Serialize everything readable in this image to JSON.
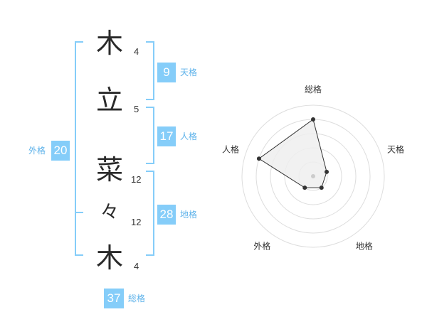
{
  "name": {
    "chars": [
      {
        "char": "木",
        "strokes": "4"
      },
      {
        "char": "立",
        "strokes": "5"
      },
      {
        "char": "菜",
        "strokes": "12"
      },
      {
        "char": "々",
        "strokes": "12"
      },
      {
        "char": "木",
        "strokes": "4"
      }
    ]
  },
  "fortune": {
    "tenkaku": {
      "value": "9",
      "label": "天格"
    },
    "jinkaku": {
      "value": "17",
      "label": "人格"
    },
    "chikaku": {
      "value": "28",
      "label": "地格"
    },
    "gaikaku": {
      "value": "20",
      "label": "外格"
    },
    "soukaku": {
      "value": "37",
      "label": "総格"
    }
  },
  "colors": {
    "accent": "#85cdf9",
    "accent_text": "#5db2ea",
    "text": "#333333"
  },
  "chart_data": {
    "type": "radar",
    "axes": [
      "総格",
      "天格",
      "地格",
      "外格",
      "人格"
    ],
    "values": [
      4,
      1,
      1,
      1,
      4
    ],
    "range": [
      0,
      5
    ],
    "rings": 5,
    "fill_color": "#eeeeee",
    "line_color": "#333333"
  }
}
